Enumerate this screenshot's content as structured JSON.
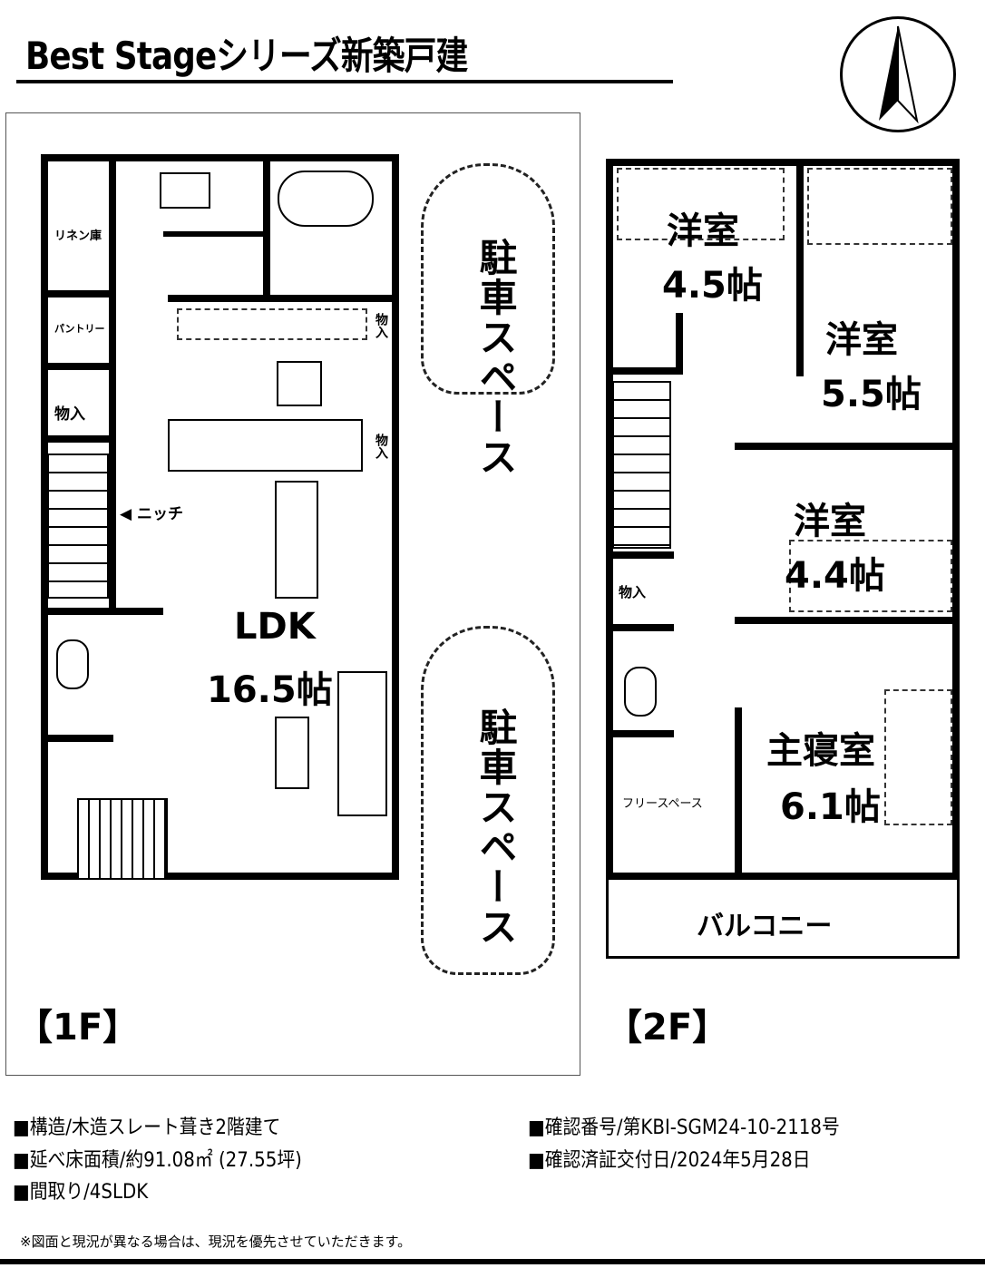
{
  "header": {
    "title": "Best Stageシリーズ新築戸建"
  },
  "floor1": {
    "label": "【1F】",
    "rooms": {
      "linen": "リネン庫",
      "pantry": "パントリー",
      "storage_left": "物入",
      "niche": "◀ ニッチ",
      "storage_top": "物入",
      "storage_kitchen": "物入",
      "ldk_name": "LDK",
      "ldk_size": "16.5帖"
    },
    "parking": [
      "駐車スペース",
      "駐車スペース"
    ]
  },
  "floor2": {
    "label": "【2F】",
    "rooms": {
      "r1_name": "洋室",
      "r1_size": "4.5帖",
      "r2_name": "洋室",
      "r2_size": "5.5帖",
      "r3_name": "洋室",
      "r3_size": "4.4帖",
      "storage": "物入",
      "master_name": "主寝室",
      "master_size": "6.1帖",
      "free_space": "フリースペース",
      "balcony": "バルコニー"
    }
  },
  "info": {
    "structure": "■構造/木造スレート葺き2階建て",
    "area": "■延べ床面積/約91.08㎡ (27.55坪)",
    "layout": "■間取り/4SLDK",
    "confirm_no": "■確認番号/第KBI-SGM24-10-2118号",
    "confirm_date": "■確認済証交付日/2024年5月28日",
    "note": "※図面と現況が異なる場合は、現況を優先させていただきます。"
  }
}
